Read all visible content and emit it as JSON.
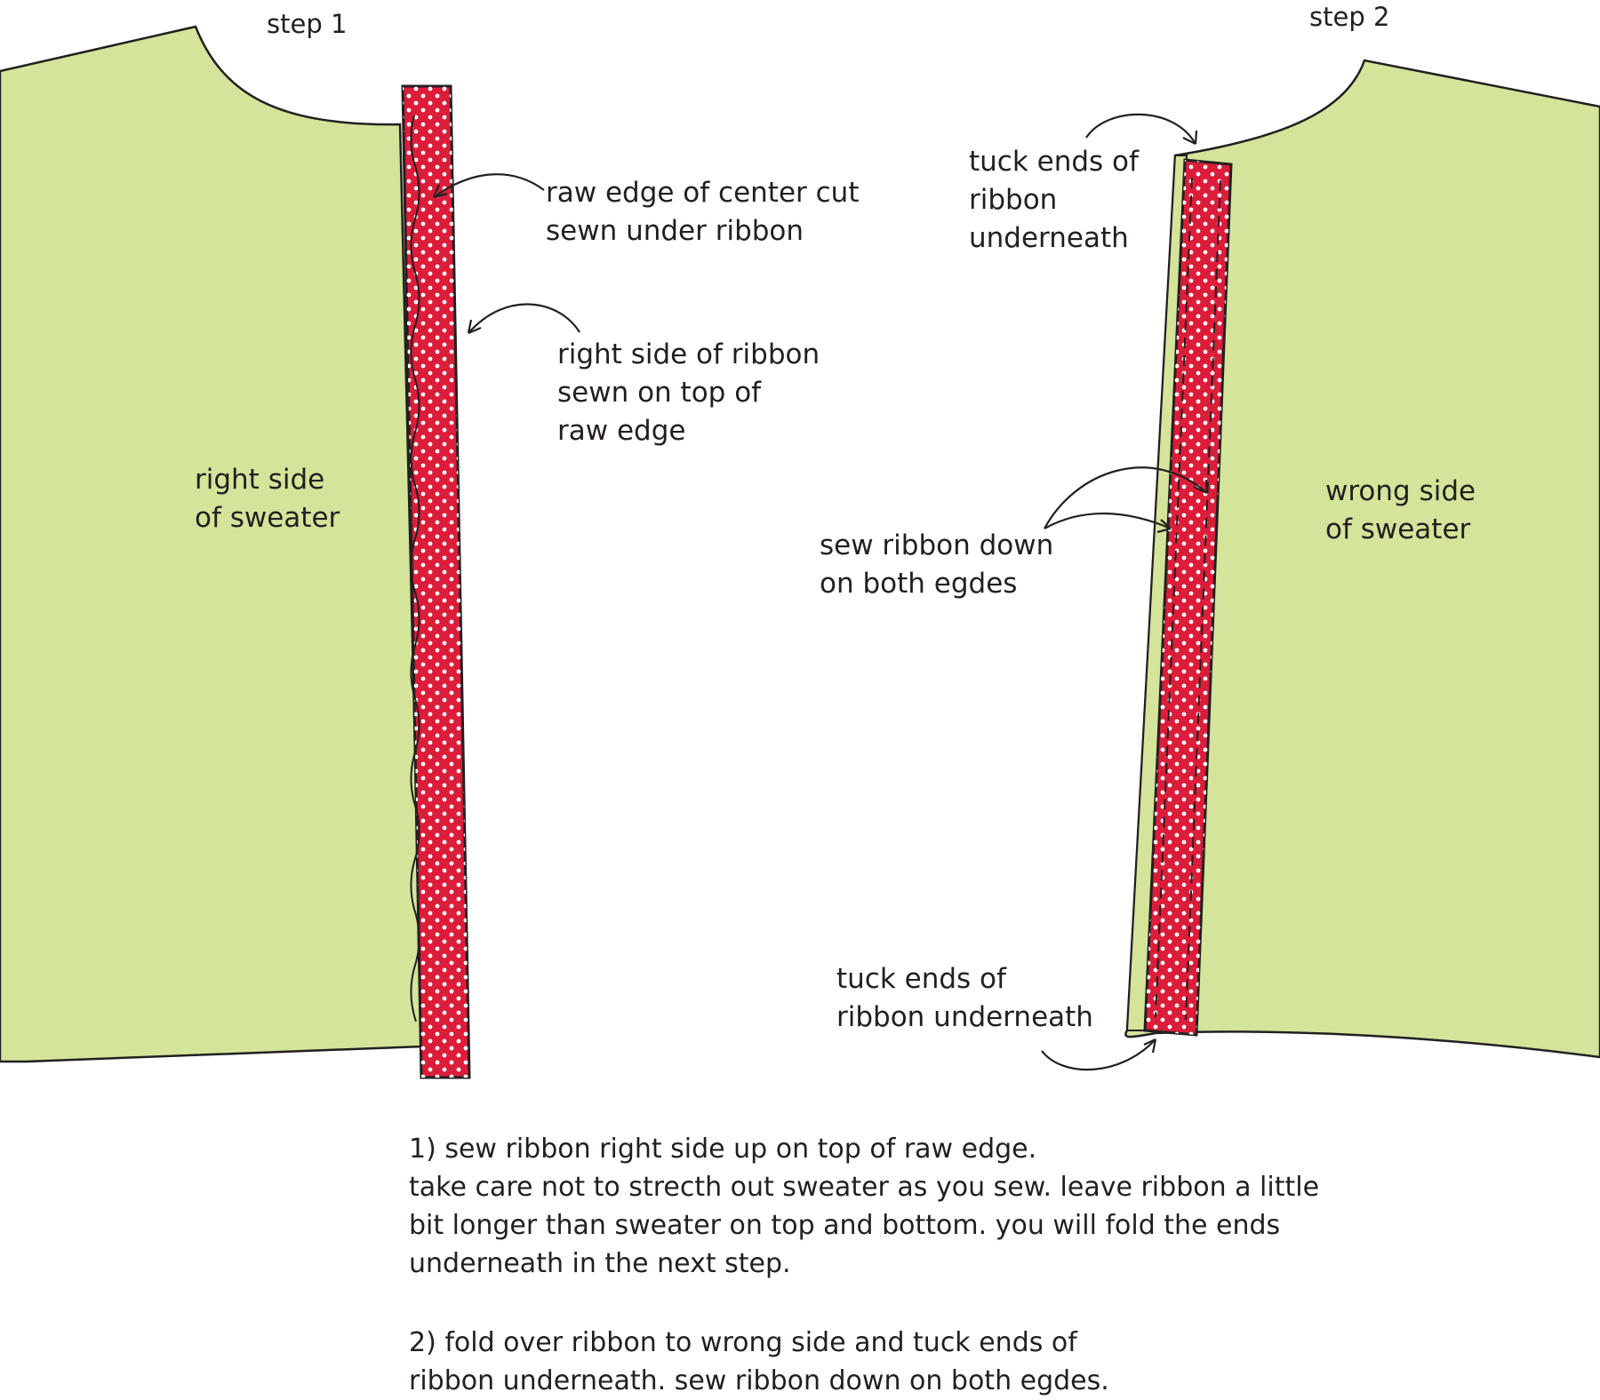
{
  "step1": {
    "title": "step 1",
    "piece_label": "right side\n of sweater",
    "callout_raw_edge": "raw edge of center cut\nsewn under ribbon",
    "callout_right_side": "right side of ribbon\nsewn on top of\nraw edge"
  },
  "step2": {
    "title": "step 2",
    "piece_label": "wrong side\nof sweater",
    "callout_tuck_top": "tuck ends of\nribbon\nunderneath",
    "callout_sew_down": "sew ribbon down\non both egdes",
    "callout_tuck_bottom": "tuck ends of\nribbon underneath"
  },
  "instructions": {
    "line1": "1) sew ribbon right side up on top of raw edge.",
    "line2": "take care not to strecth out sweater as you sew. leave ribbon a little",
    "line3": "bit longer than sweater on top and bottom. you will fold the ends",
    "line4": "underneath in the next step.",
    "line5": "2) fold over ribbon to wrong side and tuck ends of",
    "line6": "ribbon underneath. sew ribbon down on both egdes."
  },
  "colors": {
    "sweater_fill": "#d4e49a",
    "ribbon_fill": "#dc1d3a",
    "dot_color": "#ffffff",
    "outline": "#231f20"
  }
}
